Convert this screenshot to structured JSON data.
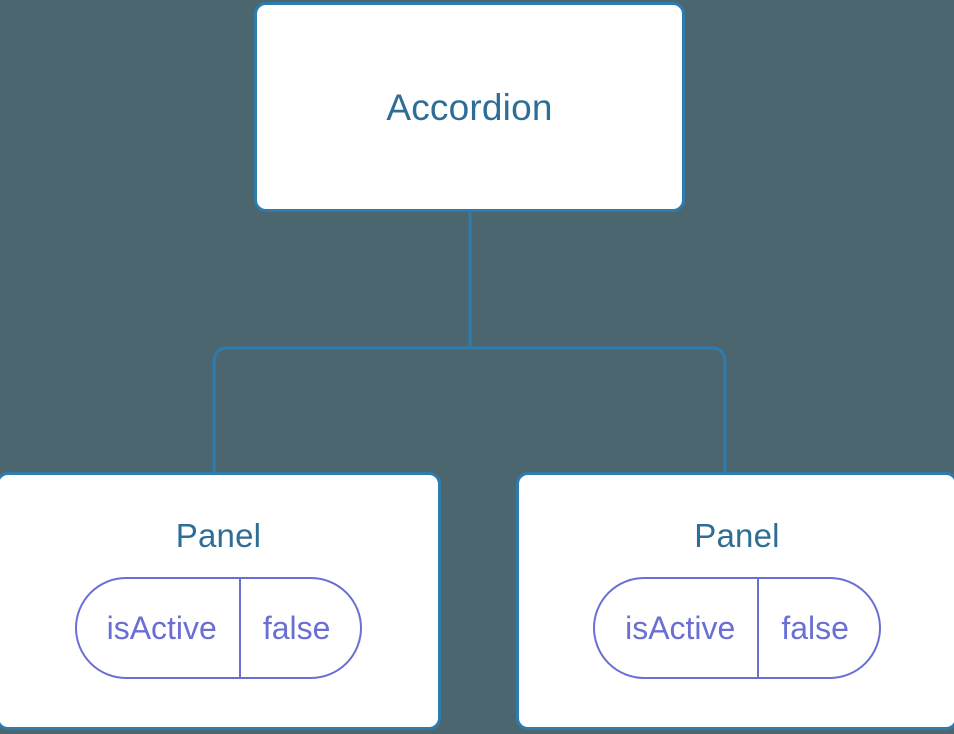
{
  "diagram": {
    "type": "component-tree",
    "background_color": "#4c6670",
    "node_border_color": "#2e7cae",
    "node_fill_color": "#ffffff",
    "node_title_color": "#2e6e96",
    "connector_color": "#2e7cae",
    "pill_color": "#6a6fd4"
  },
  "root": {
    "title": "Accordion"
  },
  "children": [
    {
      "title": "Panel",
      "state": {
        "key": "isActive",
        "value": "false"
      }
    },
    {
      "title": "Panel",
      "state": {
        "key": "isActive",
        "value": "false"
      }
    }
  ]
}
